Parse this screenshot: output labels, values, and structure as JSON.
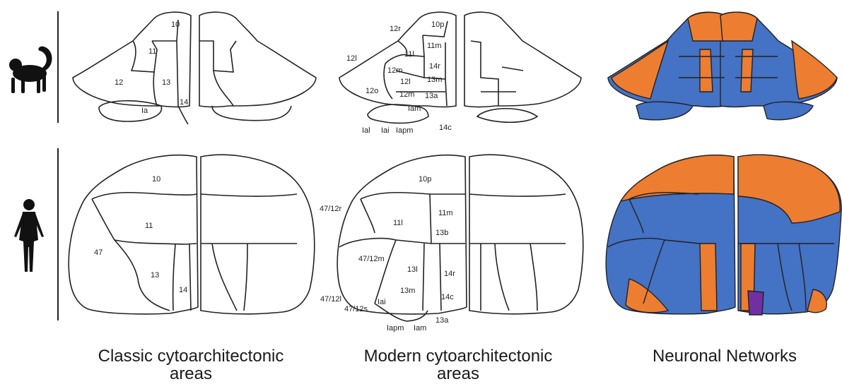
{
  "colors": {
    "outline": "#222222",
    "network_orange": "#ED7D31",
    "network_blue": "#4472C4",
    "network_purple": "#7030A0"
  },
  "species_icons": [
    "monkey-icon",
    "human-icon"
  ],
  "panels": {
    "classic": {
      "caption_line1": "Classic cytoarchitectonic",
      "caption_line2": "areas",
      "monkey_labels": [
        "10",
        "11",
        "12",
        "13",
        "14",
        "Ia"
      ],
      "human_labels": [
        "10",
        "11",
        "47",
        "13",
        "14"
      ]
    },
    "modern": {
      "caption_line1": "Modern cytoarchitectonic",
      "caption_line2": "areas",
      "monkey_labels": [
        "10p",
        "12r",
        "11m",
        "12l",
        "11l",
        "12m",
        "14r",
        "13m",
        "12l",
        "12o",
        "12m",
        "13a",
        "Iam",
        "14c",
        "Ial",
        "Iai",
        "Iapm"
      ],
      "human_labels": [
        "10p",
        "47/12r",
        "11m",
        "11l",
        "13b",
        "47/12m",
        "13l",
        "14r",
        "47/12l",
        "13m",
        "14c",
        "Iai",
        "47/12s",
        "Iapm",
        "Iam",
        "13a"
      ]
    },
    "networks": {
      "caption_line1": "Neuronal Networks",
      "caption_line2": ""
    }
  }
}
